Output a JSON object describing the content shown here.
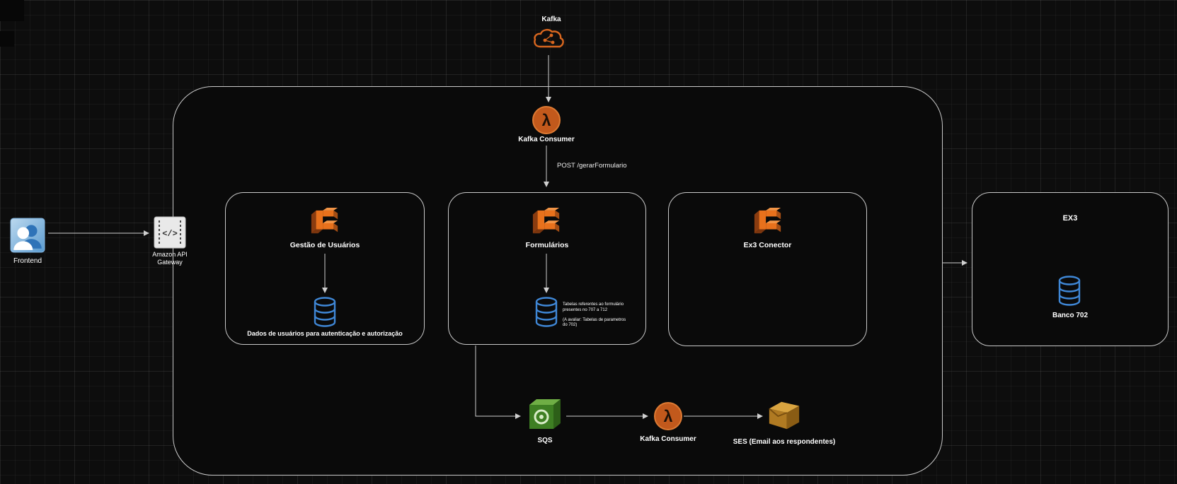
{
  "colors": {
    "background": "#0d0d0d",
    "node_border": "#c9c9c9",
    "edge": "#cfcfcf",
    "text": "#ffffff",
    "aws_orange": "#d9671f",
    "database_blue": "#3f87d6",
    "sqs_green": "#3e7f23",
    "ses_gold": "#c08a2d"
  },
  "nodes": {
    "kafka": {
      "label": "Kafka"
    },
    "kafka_consumer_top": {
      "label": "Kafka Consumer"
    },
    "frontend": {
      "label": "Frontend"
    },
    "api_gateway": {
      "label_line1": "Amazon API",
      "label_line2": "Gateway",
      "glyph": "</>"
    },
    "gestao_usuarios": {
      "title": "Gestão de Usuários",
      "db_caption": "Dados de usuários para autenticação e autorização"
    },
    "formularios": {
      "title": "Formulários",
      "note_paragraph1": "Tabelas referentes ao formulário presentes no 707 a 712",
      "note_paragraph2": "(A avaliar: Tabelas de parametros do 702)"
    },
    "ex3_conector": {
      "title": "Ex3 Conector"
    },
    "ex3": {
      "title": "EX3",
      "db_caption": "Banco 702"
    },
    "sqs": {
      "label": "SQS"
    },
    "kafka_consumer_bottom": {
      "label": "Kafka Consumer"
    },
    "ses": {
      "label": "SES (Email aos respondentes)"
    }
  },
  "edges": {
    "post_gerar_formulario": {
      "label": "POST /gerarFormulario"
    }
  },
  "glyphs": {
    "lambda": "λ"
  }
}
